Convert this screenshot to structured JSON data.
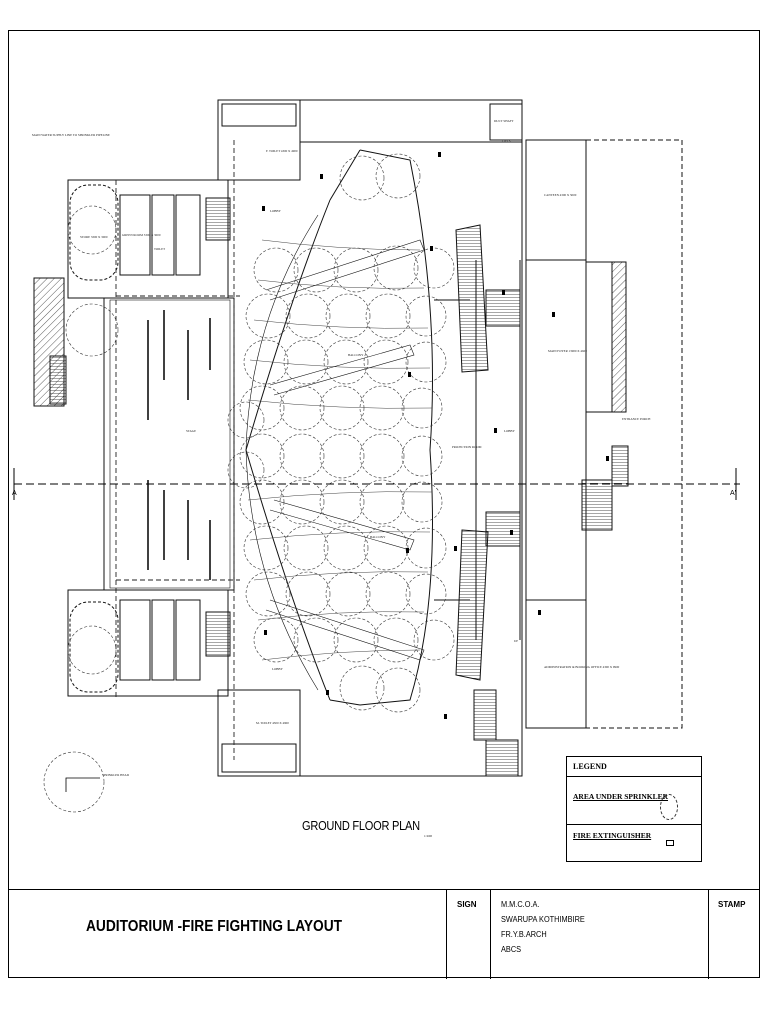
{
  "drawing": {
    "plan_title": "GROUND FLOOR PLAN",
    "plan_scale": "1:100",
    "section_left": "A",
    "section_right": "A'",
    "rooms": {
      "main_water": "MAIN WATER SUPPLY LINE TO SPRINKLER PIPELINE",
      "toilet_top": "F. TOILET 4300 X 4900",
      "lobby_top": "LOBBY",
      "lifts": "LIFTS",
      "duct": "DUCT SHAFT",
      "canteen": "CANTEEN 4300 X 5000",
      "store": "STORE 3300 X 3000",
      "green_room": "GREEN ROOM 3300 X 3000",
      "toilet_small": "TOILET",
      "stage": "STAGE",
      "balcony_1": "BALCONY",
      "balcony_2": "BALCONY",
      "projection": "PROJECTION ROOM",
      "lobby_mid": "LOBBY",
      "main_foyer": "MAIN FOYER 13900 X 4600",
      "entrance": "ENTRANCE PORCH",
      "lobby_bottom": "LOBBY",
      "toilet_bottom": "M. TOILET 4300 X 4900",
      "admin": "ADMINISTRATION & BOOKING OFFICE 4300 X 9900",
      "up": "UP",
      "sprinkler_head": "SPRINKLER HEAD"
    }
  },
  "legend": {
    "title": "LEGEND",
    "sprinkler_label": "AREA UNDER SPRINKLER",
    "extinguisher_label": "FIRE EXTINGUISHER"
  },
  "title_block": {
    "title": "AUDITORIUM -FIRE FIGHTING LAYOUT",
    "sign": "SIGN",
    "info_lines": [
      "M.M.C.O.A.",
      "SWARUPA KOTHIMBIRE",
      "FR.Y.B.ARCH",
      "ABCS"
    ],
    "stamp": "STAMP"
  }
}
